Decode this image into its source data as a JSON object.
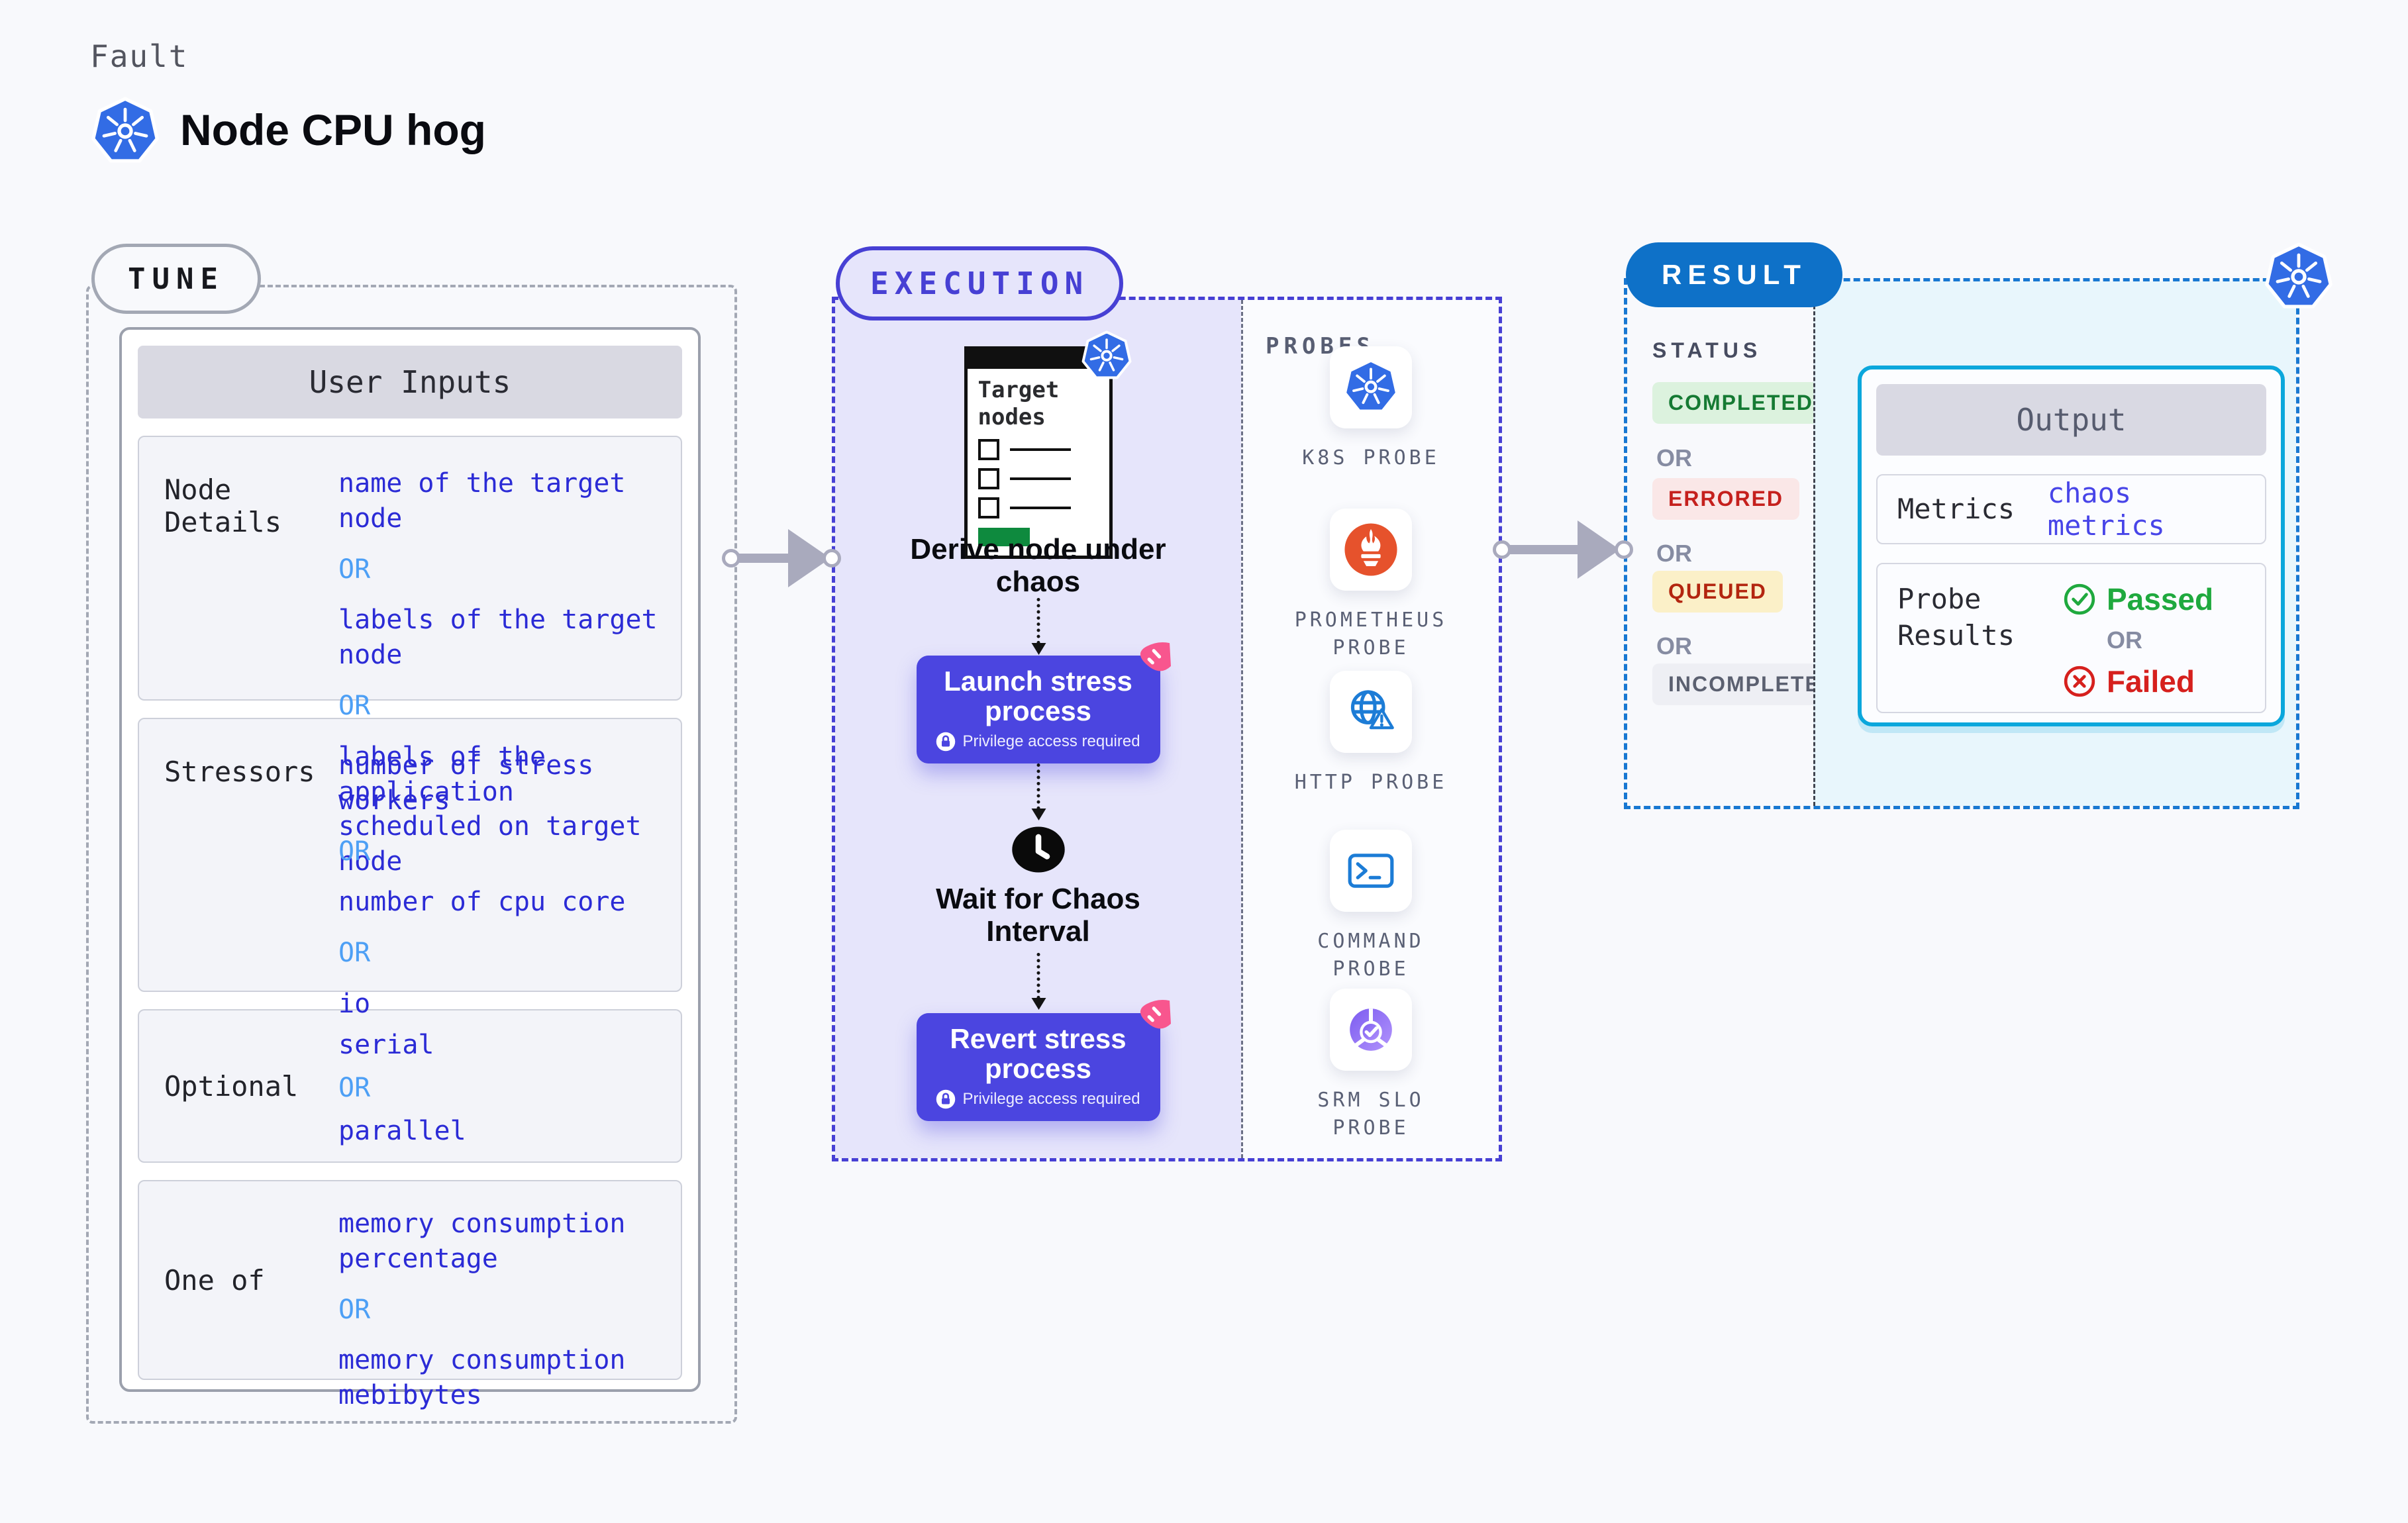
{
  "header": {
    "eyebrow": "Fault",
    "title": "Node CPU hog"
  },
  "tune": {
    "badge": "TUNE",
    "card_title": "User Inputs",
    "or_label": "OR",
    "rows": [
      {
        "label": "Node Details",
        "options": [
          "name of the target node",
          "labels of the target node",
          "labels of the application scheduled on target node"
        ]
      },
      {
        "label": "Stressors",
        "options": [
          "number of stress workers",
          "number of cpu core",
          "io"
        ]
      },
      {
        "label": "Optional",
        "options": [
          "serial",
          "parallel"
        ]
      },
      {
        "label": "One of",
        "options": [
          "memory consumption percentage",
          "memory consumption mebibytes"
        ]
      }
    ]
  },
  "execution": {
    "badge": "EXECUTION",
    "target_title": "Target nodes",
    "derive_caption": "Derive node under chaos",
    "launch_label": "Launch stress process",
    "wait_caption": "Wait for Chaos Interval",
    "revert_label": "Revert stress process",
    "privilege_note": "Privilege access required"
  },
  "probes": {
    "label": "PROBES",
    "items": [
      {
        "name": "K8S PROBE",
        "icon": "k8s-icon"
      },
      {
        "name": "PROMETHEUS PROBE",
        "icon": "prometheus-icon"
      },
      {
        "name": "HTTP PROBE",
        "icon": "http-globe-warning-icon"
      },
      {
        "name": "COMMAND PROBE",
        "icon": "terminal-icon"
      },
      {
        "name": "SRM SLO PROBE",
        "icon": "slo-gauge-check-icon"
      }
    ]
  },
  "result": {
    "badge": "RESULT",
    "status_label": "STATUS",
    "or_label": "OR",
    "statuses": [
      {
        "label": "COMPLETED",
        "fg": "#157A33",
        "bg": "#DCF2DE"
      },
      {
        "label": "ERRORED",
        "fg": "#C5201D",
        "bg": "#FAE7E7"
      },
      {
        "label": "QUEUED",
        "fg": "#B3250F",
        "bg": "#FBF0C8"
      },
      {
        "label": "INCOMPLETED",
        "fg": "#5B6070",
        "bg": "#EEEFF4"
      }
    ],
    "output": {
      "title": "Output",
      "metrics_label": "Metrics",
      "metrics_value": "chaos metrics",
      "probe_results_label": "Probe Results",
      "passed": "Passed",
      "or_label": "OR",
      "failed": "Failed"
    }
  },
  "colors": {
    "page_bg": "#F8F9FC",
    "button_indigo": "#4B45E0",
    "execution_border": "#4740D4",
    "execution_bg": "#E6E5FB",
    "result_badge_blue": "#0E71C8",
    "result_border_blue": "#1878D2",
    "output_border_cyan": "#0BA7DC",
    "output_bg_cyan": "#E8F6FC",
    "option_blue": "#2B2BD6",
    "or_blue": "#4D9FF5",
    "passed_green": "#1FA93E",
    "failed_red": "#D6201D",
    "k8s_blue": "#326CE5",
    "prometheus_orange": "#E6522C",
    "pink_accent": "#F8568E",
    "green_block": "#0E8A3E"
  }
}
